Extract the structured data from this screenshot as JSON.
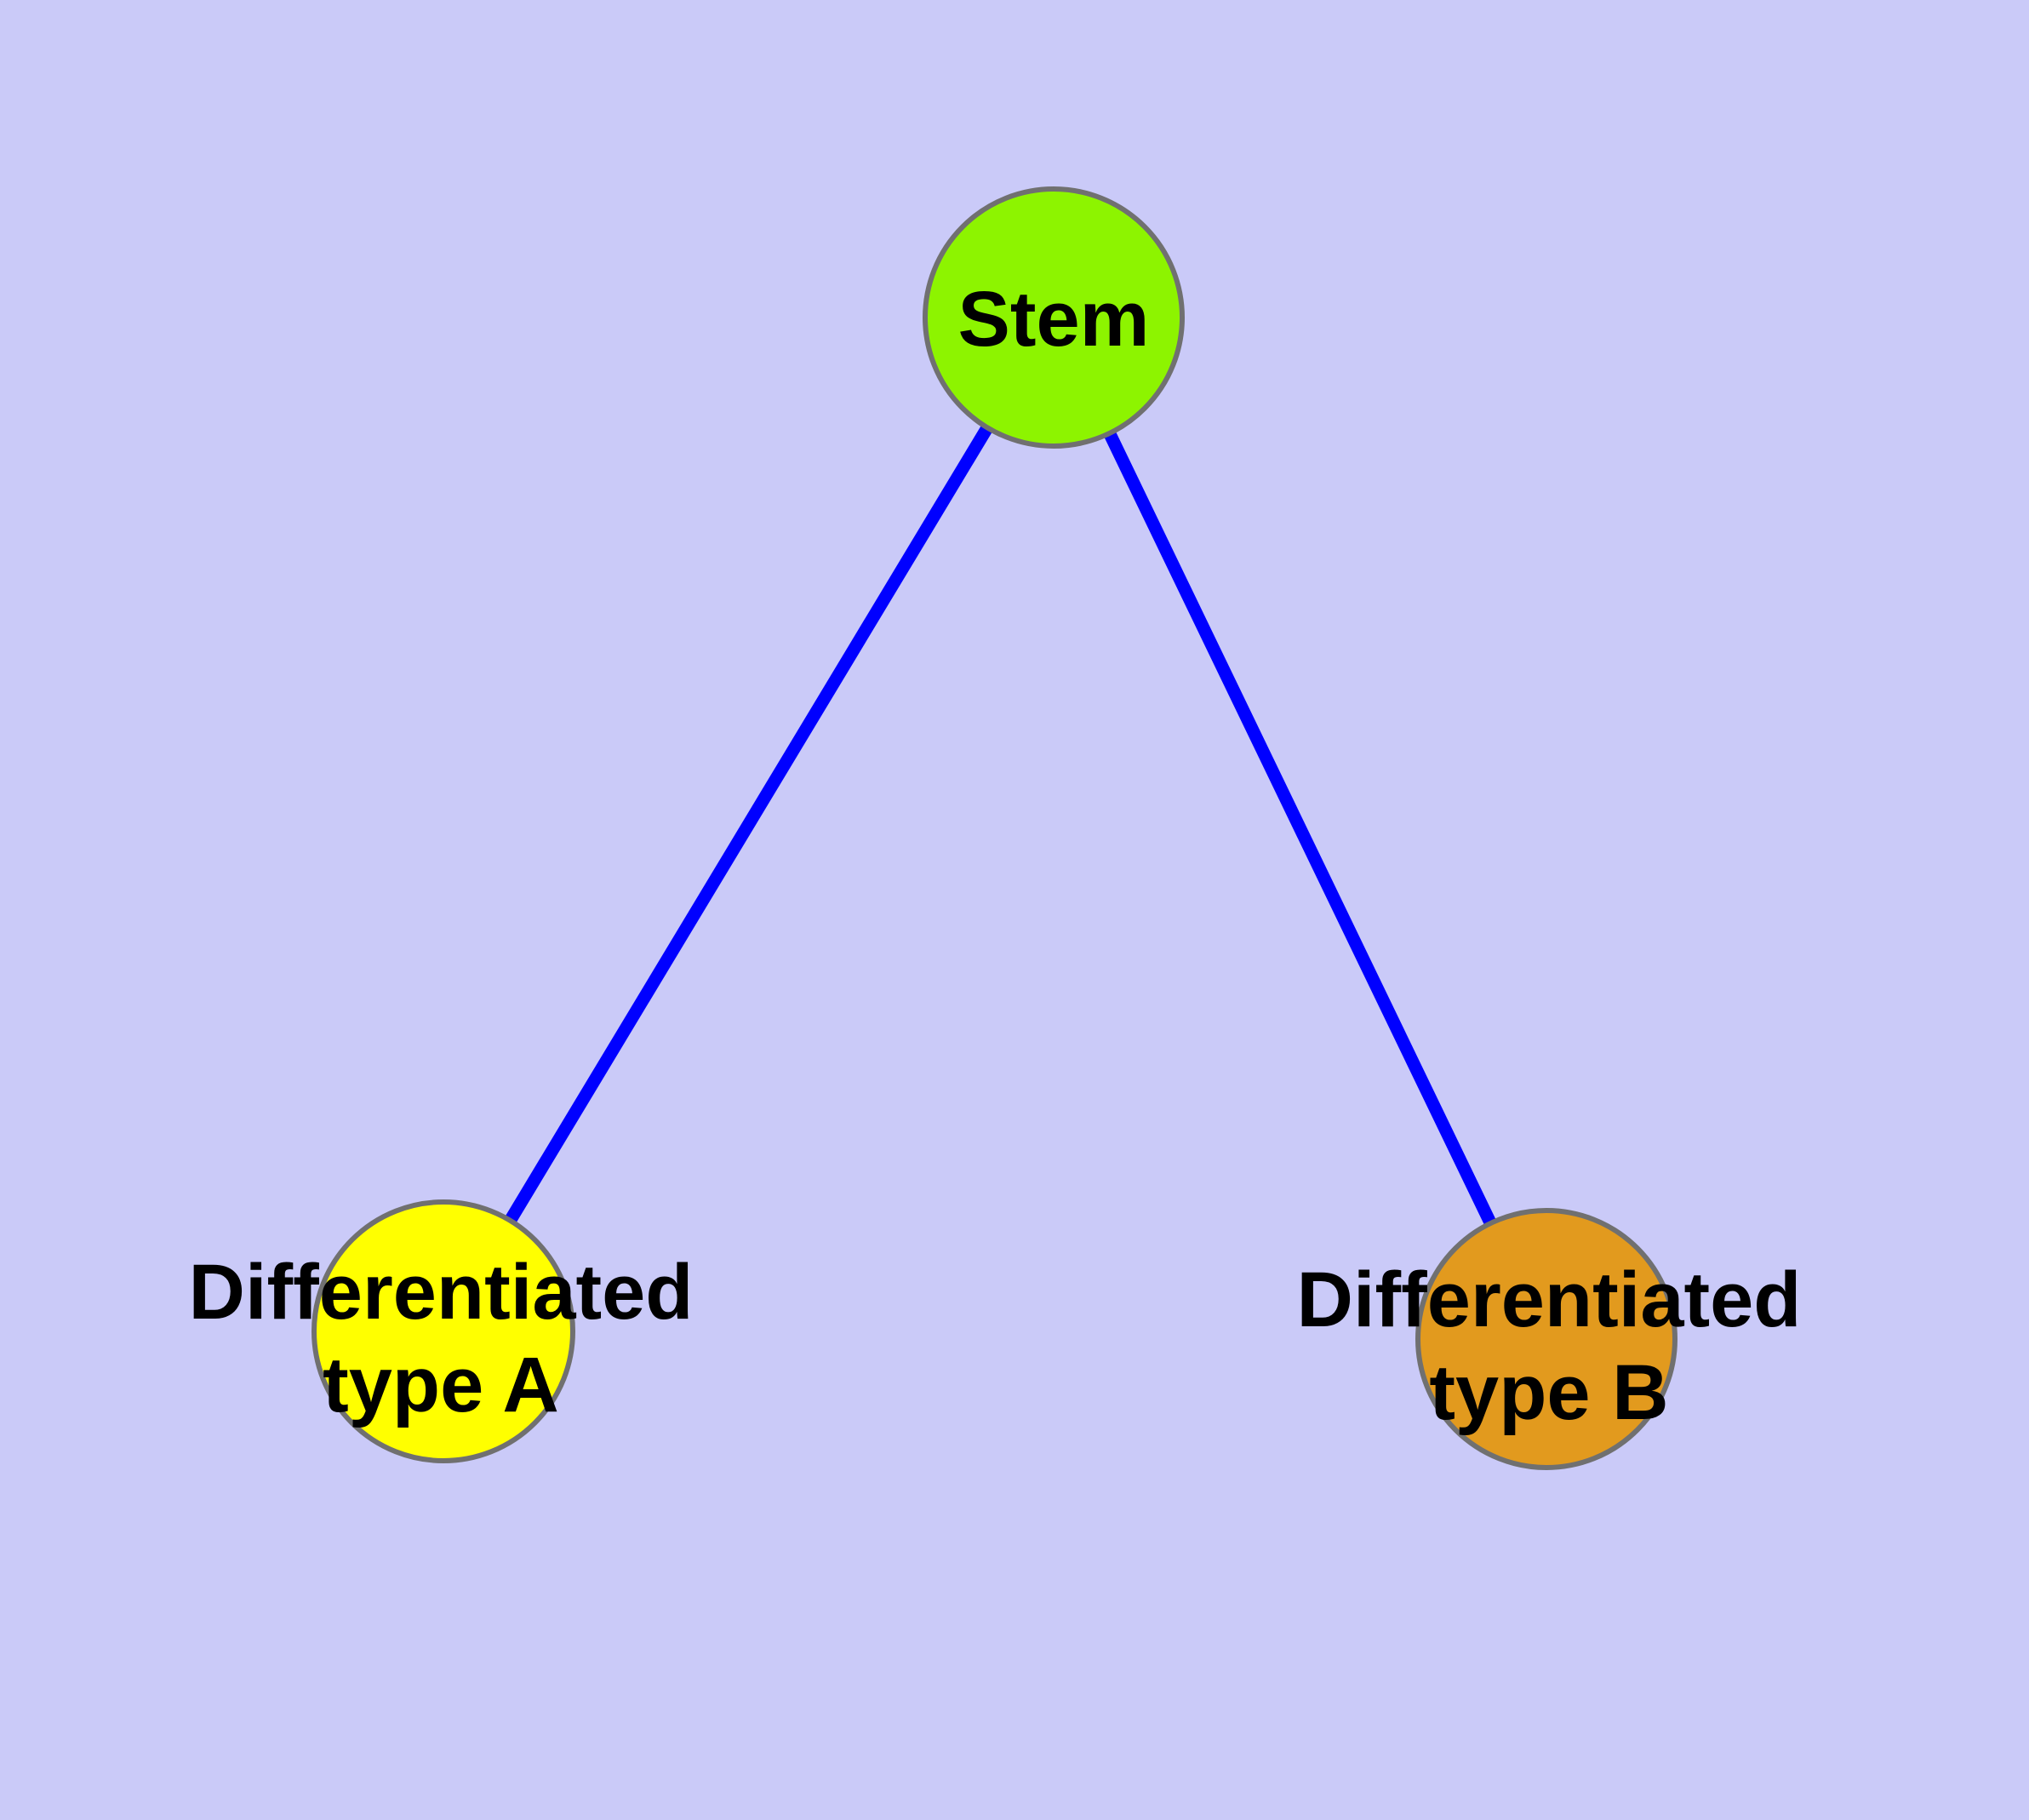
{
  "canvas": {
    "background_color": "#CACAF8"
  },
  "graph": {
    "edge_color": "#0000FF",
    "node_border_color": "#707070",
    "label_color": "#000000",
    "nodes": {
      "stem": {
        "label": "Stem",
        "fill": "#8DF400"
      },
      "type_a": {
        "label_line1": "Differentiated",
        "label_line2": "type A",
        "fill": "#FFFF00"
      },
      "type_b": {
        "label_line1": "Differentiated",
        "label_line2": "type B",
        "fill": "#E29A1E"
      }
    },
    "edges": [
      {
        "from": "Stem",
        "to": "Differentiated type A"
      },
      {
        "from": "Stem",
        "to": "Differentiated type B"
      }
    ]
  }
}
